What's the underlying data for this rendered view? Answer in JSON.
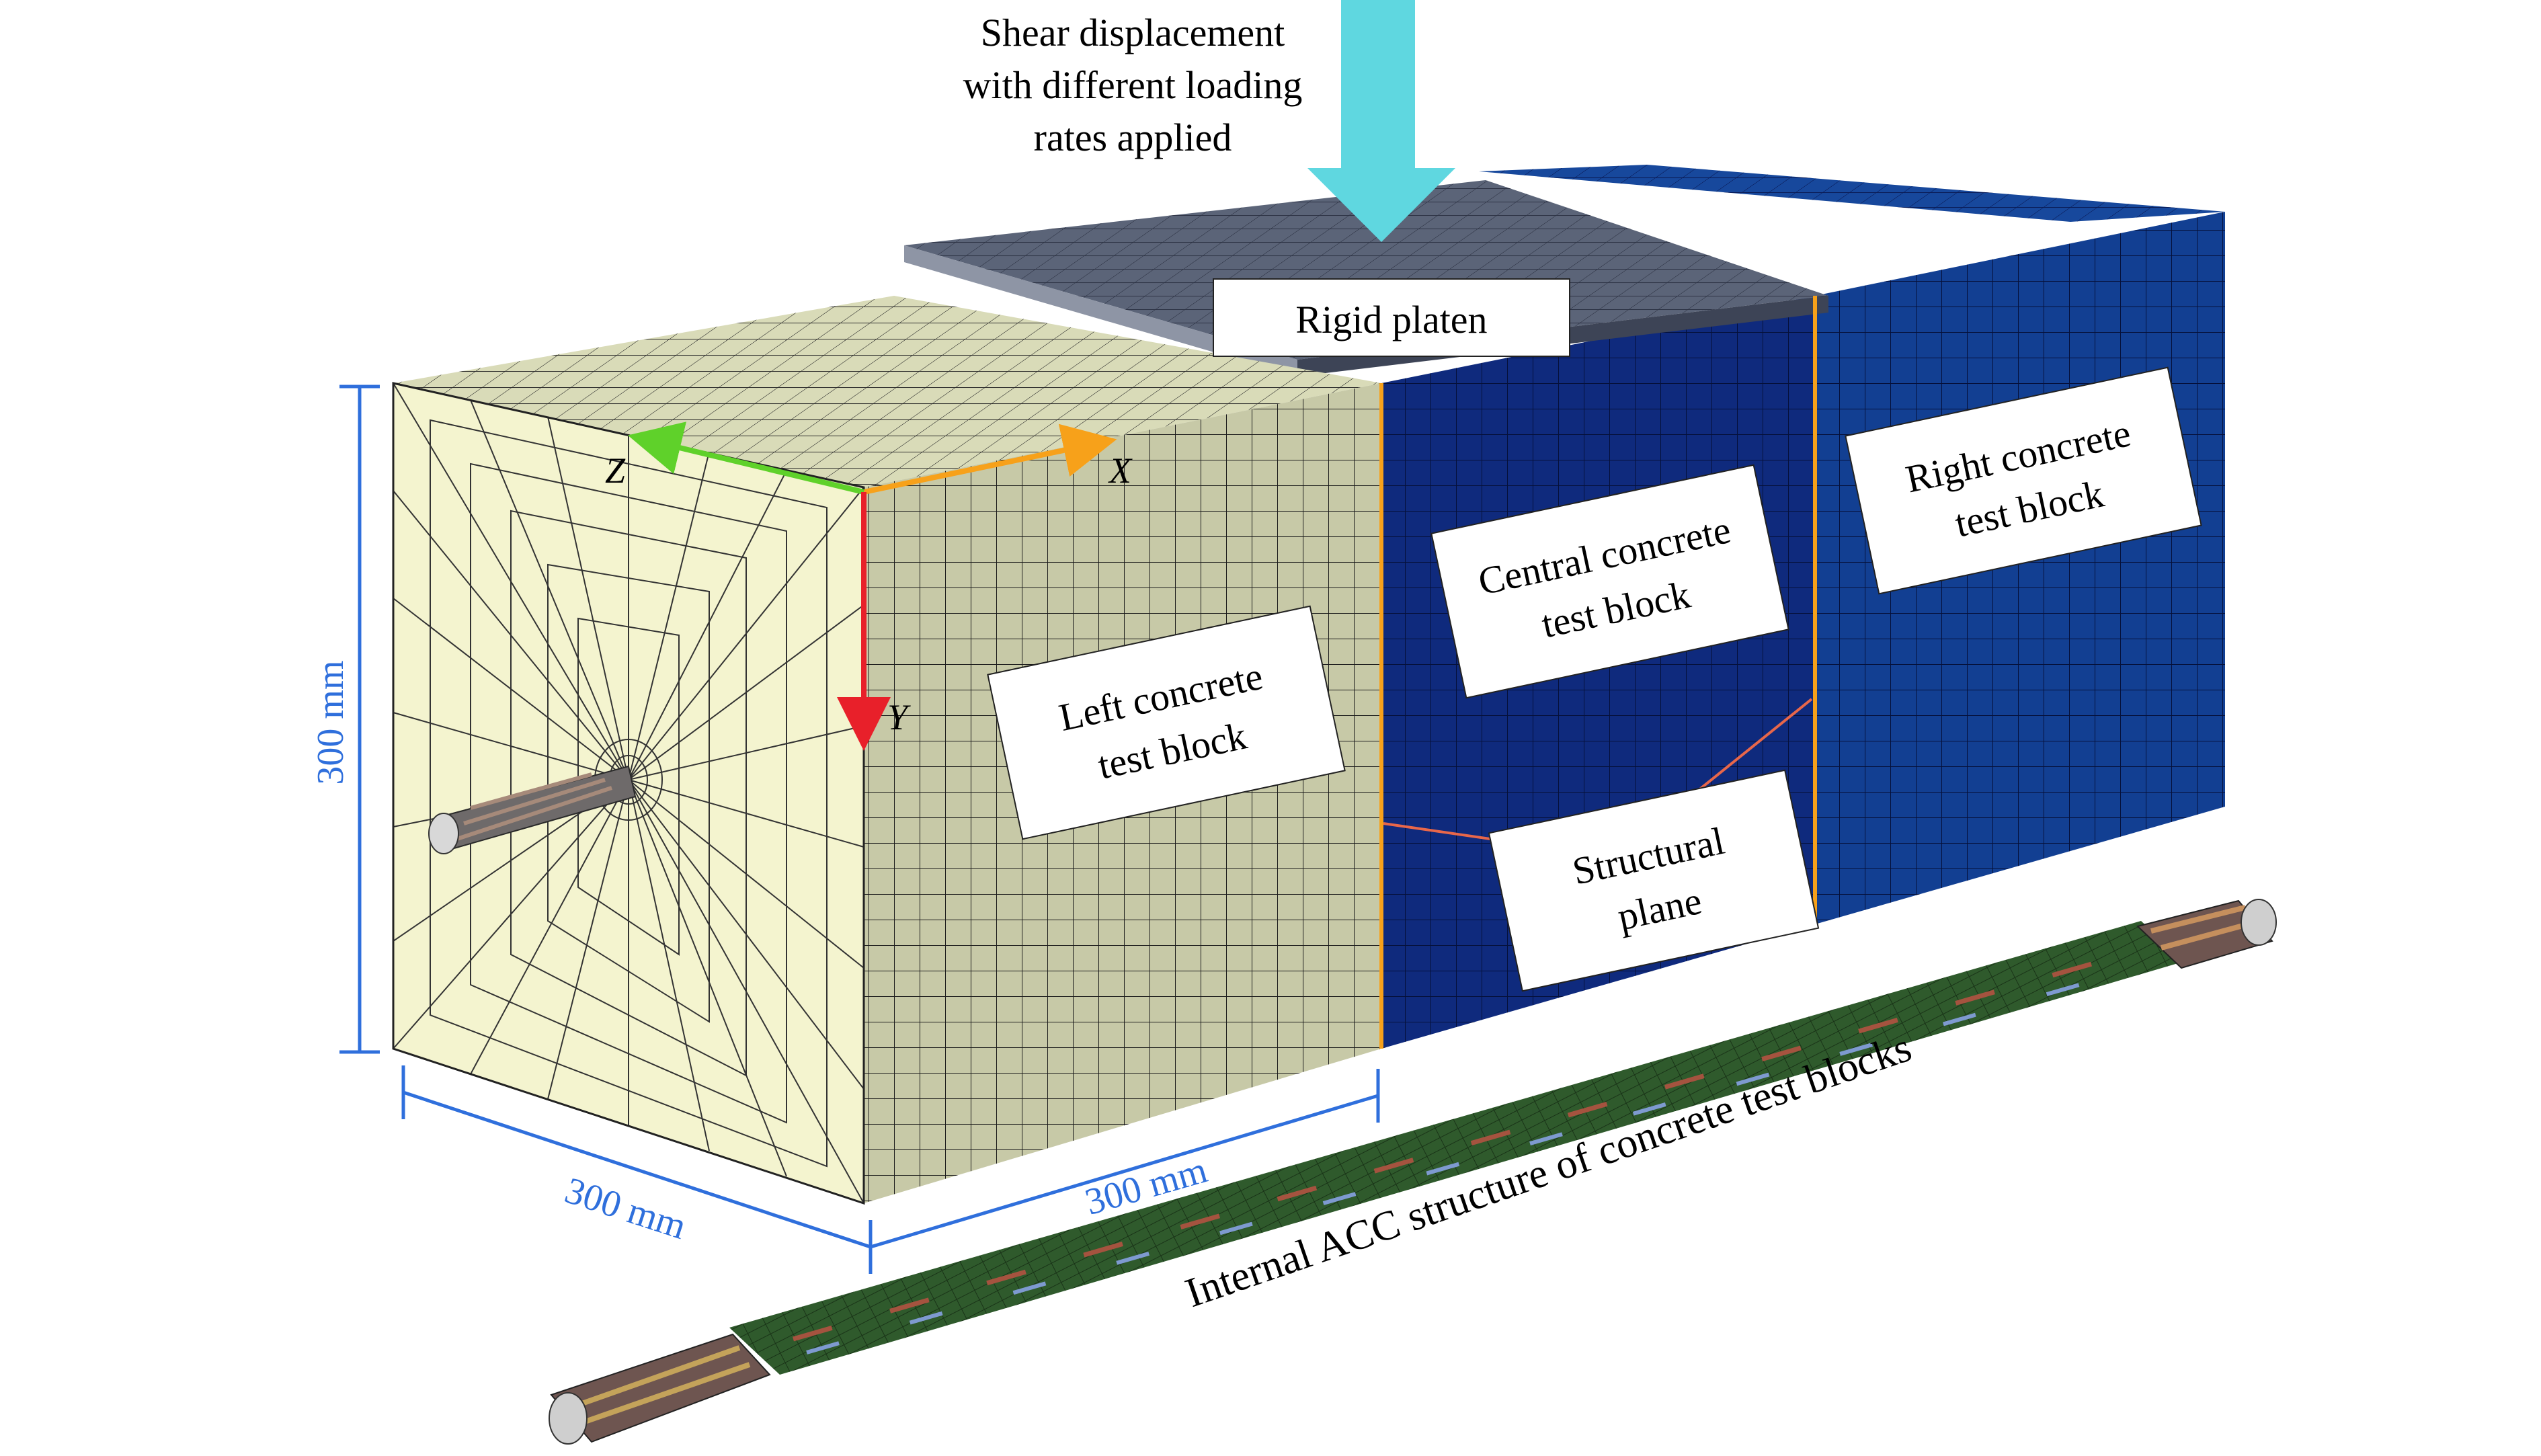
{
  "figure": {
    "load_label": [
      "Shear displacement",
      "with different loading",
      "rates applied"
    ],
    "platen_label": "Rigid platen",
    "left_label": [
      "Left concrete",
      "test block"
    ],
    "central_label": [
      "Central concrete",
      "test block"
    ],
    "right_label": [
      "Right concrete",
      "test block"
    ],
    "plane_label": [
      "Structural",
      "plane"
    ],
    "acc_label": "Internal ACC structure of concrete test blocks",
    "dim_height": "300 mm",
    "dim_depth": "300 mm",
    "dim_width": "300 mm",
    "axis_x": "X",
    "axis_y": "Y",
    "axis_z": "Z"
  },
  "colors": {
    "left_block_face": "#f4f4cf",
    "left_block_side": "#c7c9a7",
    "central_block": "#0f2a7d",
    "right_block": "#123f92",
    "platen": "#5b6478",
    "load_arrow": "#5fd7e0",
    "dimension": "#2f6fdc",
    "structural_plane": "#f7a11a",
    "leader_line": "#e8674a",
    "axis_x": "#f7a11a",
    "axis_y": "#e8202a",
    "axis_z": "#5fd12a",
    "acc_sheath": "#2f5a2c"
  }
}
